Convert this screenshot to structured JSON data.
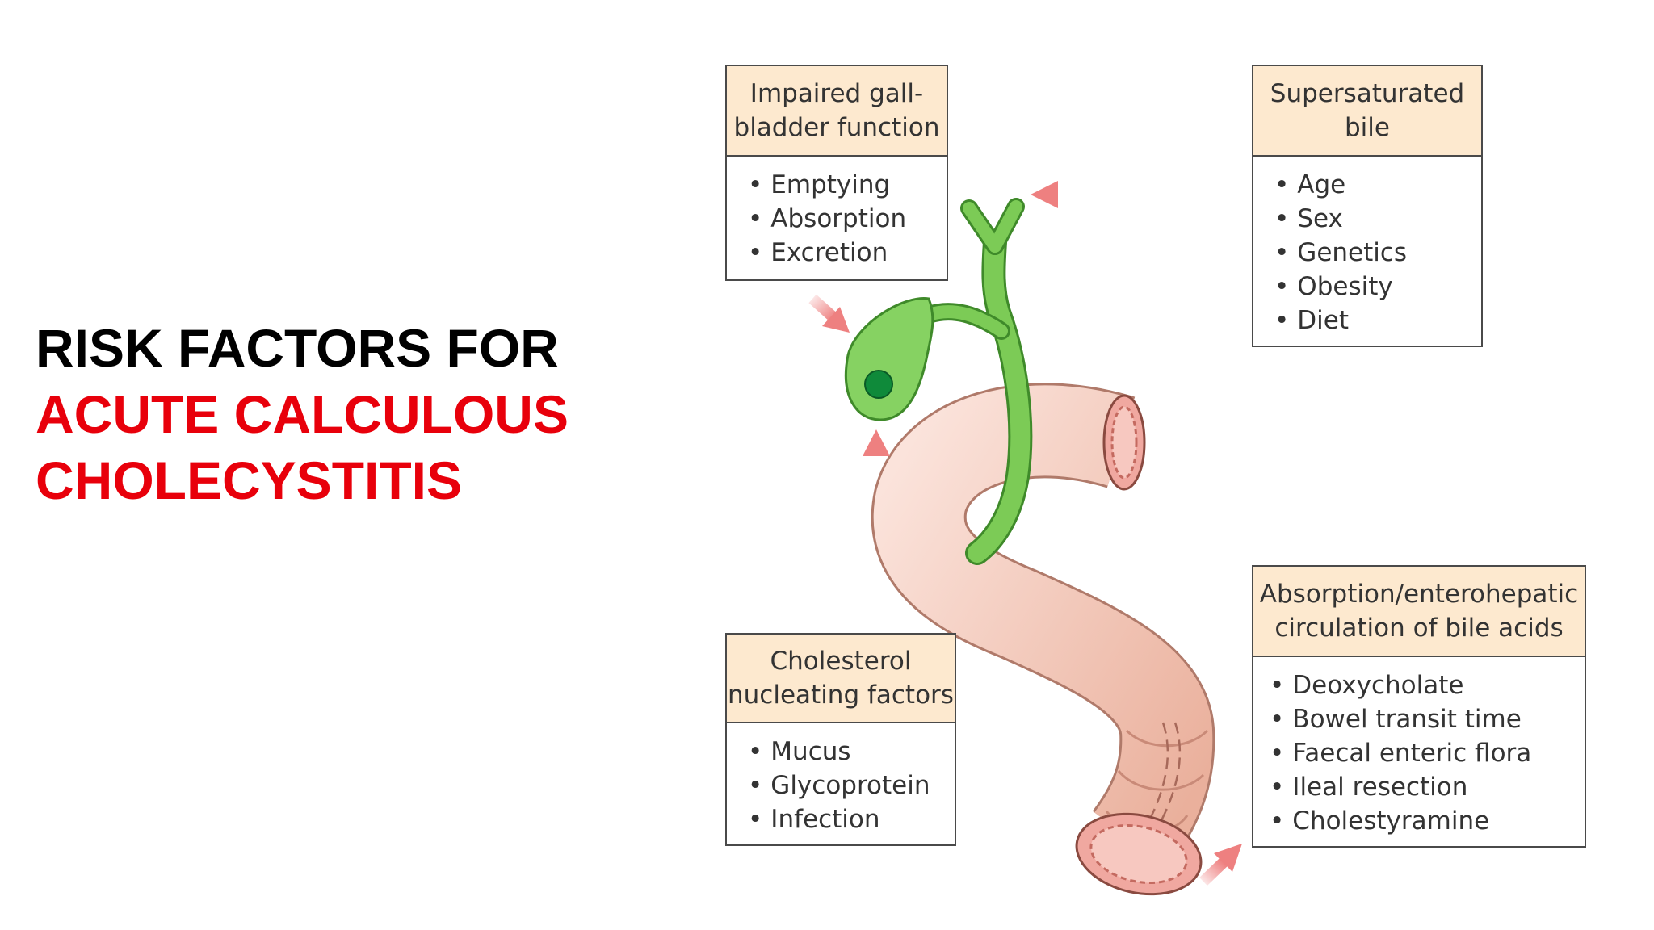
{
  "title": {
    "line1": "RISK FACTORS FOR",
    "line2": "ACUTE CALCULOUS",
    "line3": "CHOLECYSTITIS"
  },
  "colors": {
    "title_black": "#000000",
    "title_red": "#e8000b",
    "box_header": "#fde9cf",
    "box_border": "#4a4a4a",
    "gallbladder_green": "#6cc04a",
    "gallstone": "#0f8a3a",
    "intestine": "#f2bfae",
    "arrow": "#ee8080"
  },
  "boxes": {
    "gallbladder_function": {
      "title_line1": "Impaired gall-",
      "title_line2": "bladder function",
      "items": [
        "Emptying",
        "Absorption",
        "Excretion"
      ]
    },
    "supersaturated_bile": {
      "title_line1": "Supersaturated",
      "title_line2": "bile",
      "items": [
        "Age",
        "Sex",
        "Genetics",
        "Obesity",
        "Diet"
      ]
    },
    "nucleating_factors": {
      "title_line1": "Cholesterol",
      "title_line2": "nucleating factors",
      "items": [
        "Mucus",
        "Glycoprotein",
        "Infection"
      ]
    },
    "bile_acids": {
      "title_line1": "Absorption/enterohepatic",
      "title_line2": "circulation of bile acids",
      "items": [
        "Deoxycholate",
        "Bowel transit time",
        "Faecal enteric flora",
        "Ileal resection",
        "Cholestyramine"
      ]
    }
  }
}
